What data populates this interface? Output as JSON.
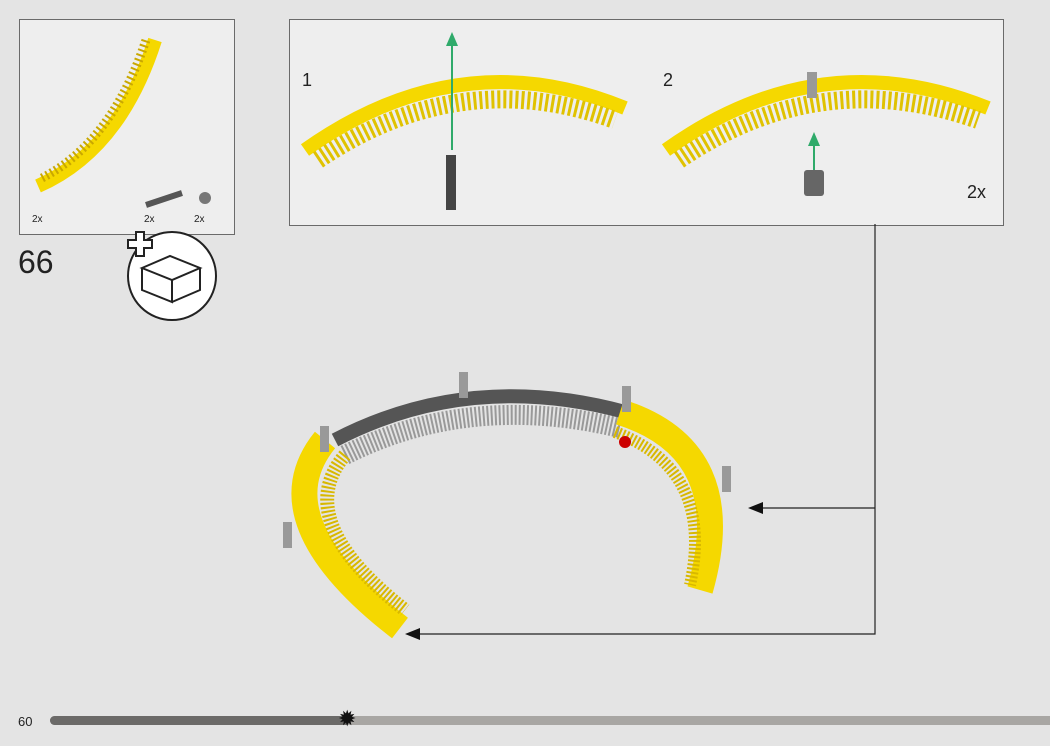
{
  "step_number": "66",
  "parts_list": {
    "items": [
      {
        "name": "curved-gear-rack",
        "qty": "2x"
      },
      {
        "name": "axle-pin",
        "qty": "2x"
      },
      {
        "name": "bush",
        "qty": "2x"
      }
    ]
  },
  "substeps": [
    {
      "number": "1"
    },
    {
      "number": "2",
      "multiplier": "2x"
    }
  ],
  "page_number": "60",
  "progress": {
    "fraction": 0.3
  },
  "colors": {
    "yellow": "#f5d800",
    "gray": "#9a9a9a",
    "arrow": "#2faa6a"
  }
}
